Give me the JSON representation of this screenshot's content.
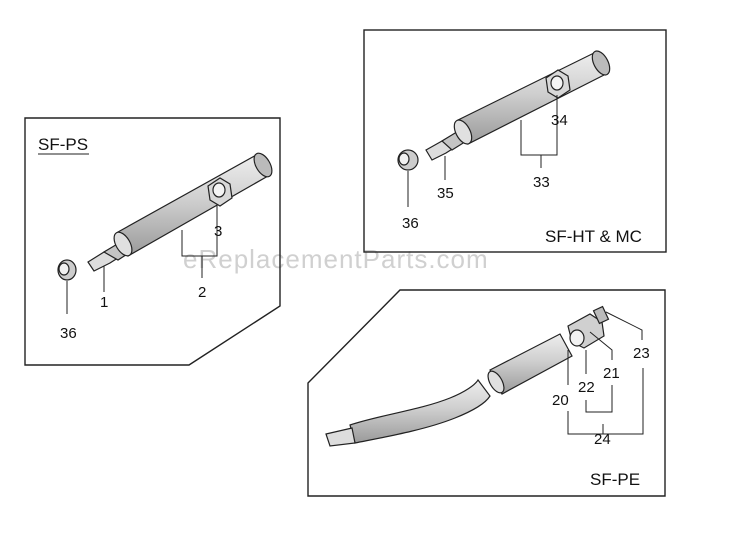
{
  "watermark": "eReplacementParts.com",
  "colors": {
    "line": "#222222",
    "part_fill": "#cfcfcf",
    "part_light": "#eeeeee",
    "watermark": "#d0d0d0"
  },
  "panels": {
    "sf_ps": {
      "title": "SF-PS",
      "labels": {
        "p1": "1",
        "p2": "2",
        "p3": "3",
        "p36": "36"
      }
    },
    "sf_ht_mc": {
      "title": "SF-HT & MC",
      "labels": {
        "p33": "33",
        "p34": "34",
        "p35": "35",
        "p36": "36"
      }
    },
    "sf_pe": {
      "title": "SF-PE",
      "labels": {
        "p20": "20",
        "p21": "21",
        "p22": "22",
        "p23": "23",
        "p24": "24"
      }
    }
  }
}
